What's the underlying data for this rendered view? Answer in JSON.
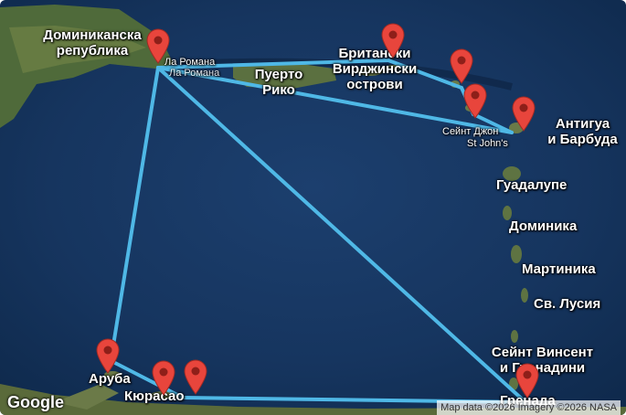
{
  "map": {
    "labels": {
      "dominican_republic": "Доминиканска\nрепублика",
      "la_romana": "Ла Романа",
      "la_romana_2": "Ла Романа",
      "puerto_rico": "Пуерто\nРико",
      "bvi": "Британски\nВирджински\nострови",
      "saint_thomas": "Сейнт Джон",
      "st_johns": "St John's",
      "antigua": "Антигуа\nи Барбуда",
      "guadeloupe": "Гуадалупе",
      "dominica": "Доминика",
      "martinique": "Мартиника",
      "st_lucia": "Св. Лусия",
      "st_vincent": "Сейнт Винсент\nи Гренадини",
      "grenada": "Гренада",
      "aruba": "Аруба",
      "curacao": "Кюрасао"
    },
    "route_color": "#4fb8e6",
    "pin_color": "#e8453c",
    "pins": [
      "la-romana",
      "tortola",
      "st-maarten",
      "st-kitts",
      "antigua",
      "grenada",
      "aruba",
      "curacao-1",
      "curacao-2"
    ],
    "google_logo": "Google",
    "attribution": "Map data ©2026 Imagery ©2026 NASA"
  }
}
